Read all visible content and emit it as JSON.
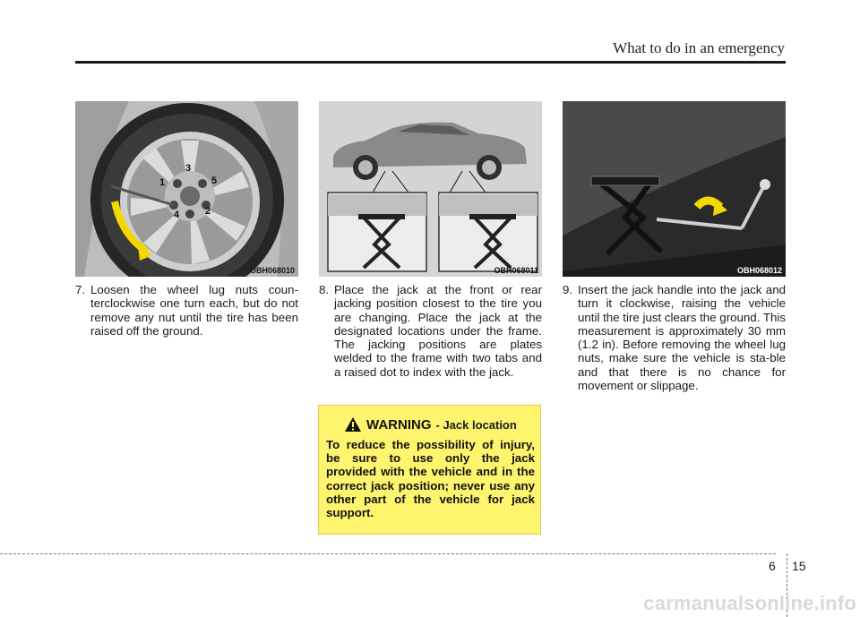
{
  "header": {
    "title": "What to do in an emergency"
  },
  "figures": [
    {
      "code": "OBH068010",
      "lug_numbers": [
        "1",
        "2",
        "3",
        "4",
        "5"
      ]
    },
    {
      "code": "OBH068011"
    },
    {
      "code": "OBH068012"
    }
  ],
  "steps": [
    {
      "num": "7.",
      "text": "Loosen the wheel lug nuts coun-terclockwise one turn each, but do not remove any nut until the tire has been raised off the ground."
    },
    {
      "num": "8.",
      "text": "Place the jack at the front or rear jacking position closest to the tire you are changing. Place the jack at the designated locations under the frame. The jacking positions are plates welded to the frame with two tabs and a raised dot to index with the jack."
    },
    {
      "num": "9.",
      "text": "Insert the jack handle into the jack and turn it clockwise, raising the vehicle until the tire just clears the ground. This measurement is approximately 30 mm (1.2 in). Before removing the wheel lug nuts, make sure the vehicle is sta-ble and that there is no chance for movement or slippage."
    }
  ],
  "warning": {
    "title": "WARNING",
    "subtitle": "- Jack location",
    "body": "To reduce the possibility of injury, be sure to use only the jack provided with the vehicle and in the correct jack position; never use any other part of the vehicle for jack support.",
    "background_color": "#fff46e"
  },
  "footer": {
    "chapter": "6",
    "page": "15"
  },
  "watermark": "carmanualsonline.info"
}
